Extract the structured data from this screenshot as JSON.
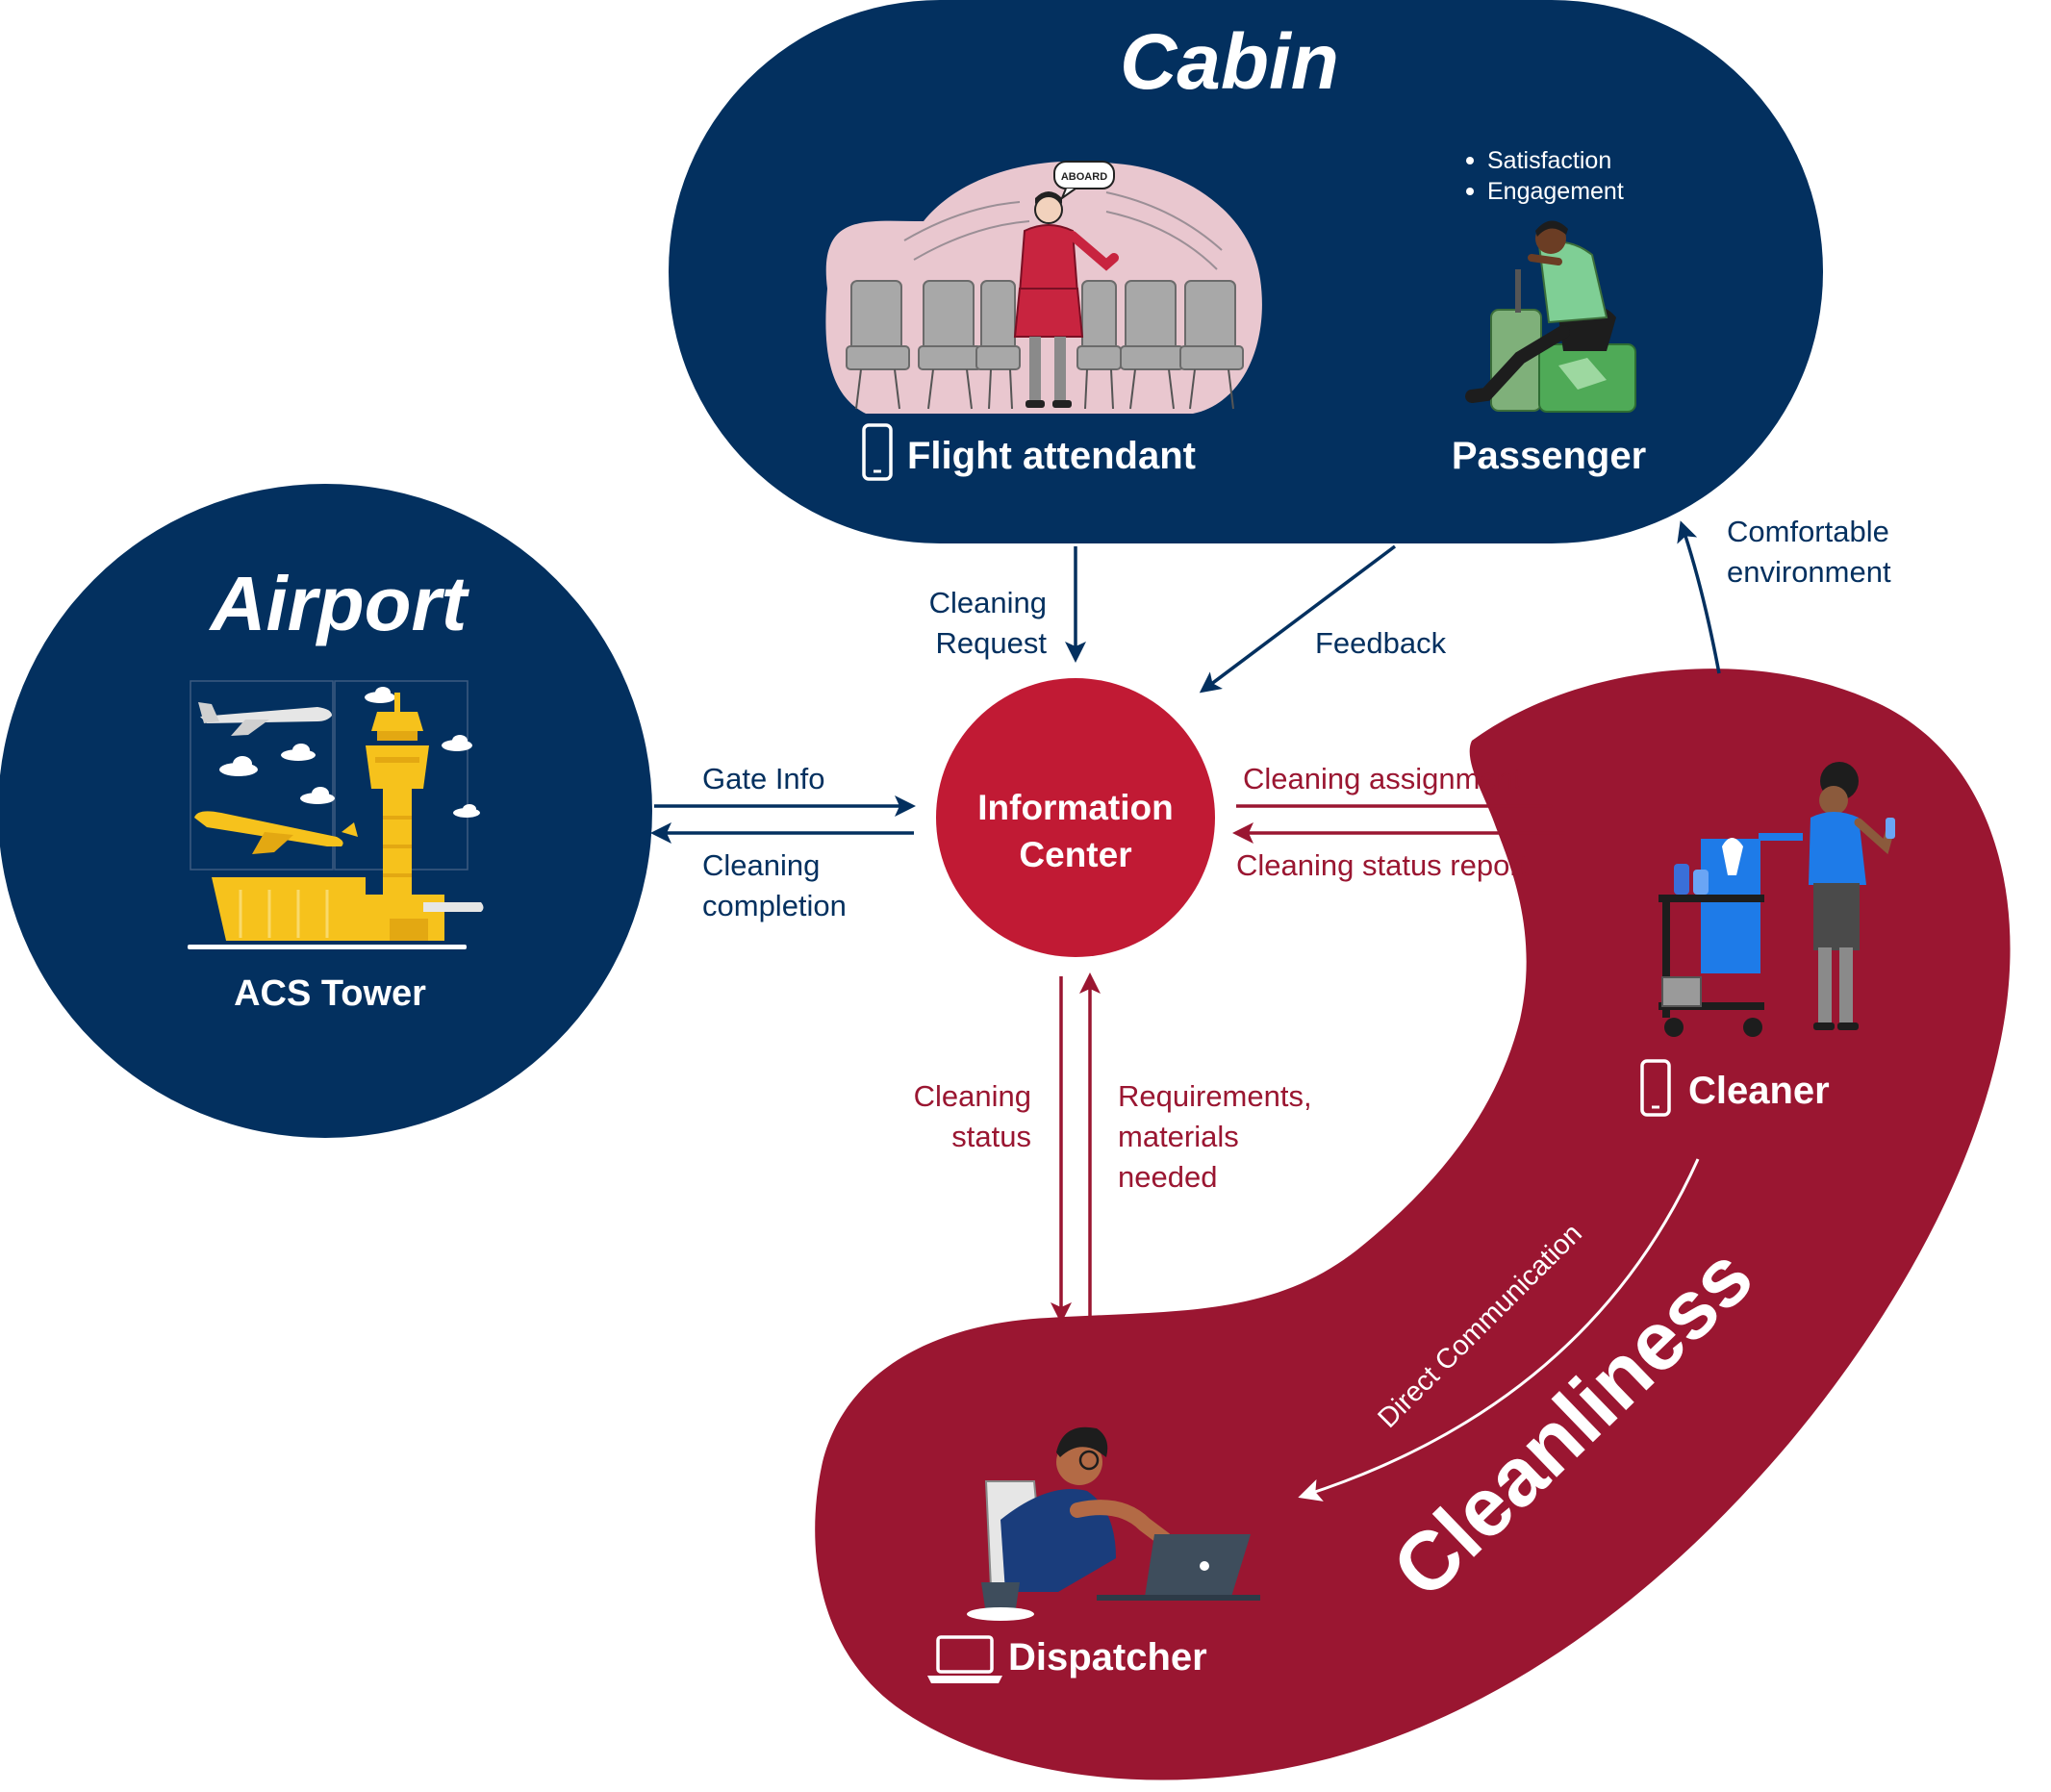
{
  "colors": {
    "navy": "#03305f",
    "crimson": "#9a1631",
    "red_circle": "#c11a34",
    "white": "#ffffff",
    "pink_blob": "#e9c7cf",
    "yellow": "#f6c21c"
  },
  "cabin": {
    "title": "Cabin",
    "flight_attendant_label": "Flight attendant",
    "passenger_label": "Passenger",
    "passenger_bullets": [
      "Satisfaction",
      "Engagement"
    ],
    "speech_bubble": "ABOARD"
  },
  "airport": {
    "title": "Airport",
    "tower_label": "ACS Tower"
  },
  "info_center": {
    "line1": "Information",
    "line2": "Center"
  },
  "cleanliness": {
    "title": "Cleanliness",
    "cleaner_label": "Cleaner",
    "dispatcher_label": "Dispatcher",
    "direct_communication": "Direct Communication"
  },
  "flows": {
    "cleaning_request": [
      "Cleaning",
      "Request"
    ],
    "feedback": "Feedback",
    "comfortable_environment": [
      "Comfortable",
      "environment"
    ],
    "gate_info": "Gate Info",
    "cleaning_completion": [
      "Cleaning",
      "completion"
    ],
    "cleaning_assignment": "Cleaning assignment",
    "cleaning_status_report": "Cleaning status report",
    "cleaning_status": [
      "Cleaning",
      "status"
    ],
    "requirements": [
      "Requirements,",
      "materials",
      "needed"
    ]
  }
}
